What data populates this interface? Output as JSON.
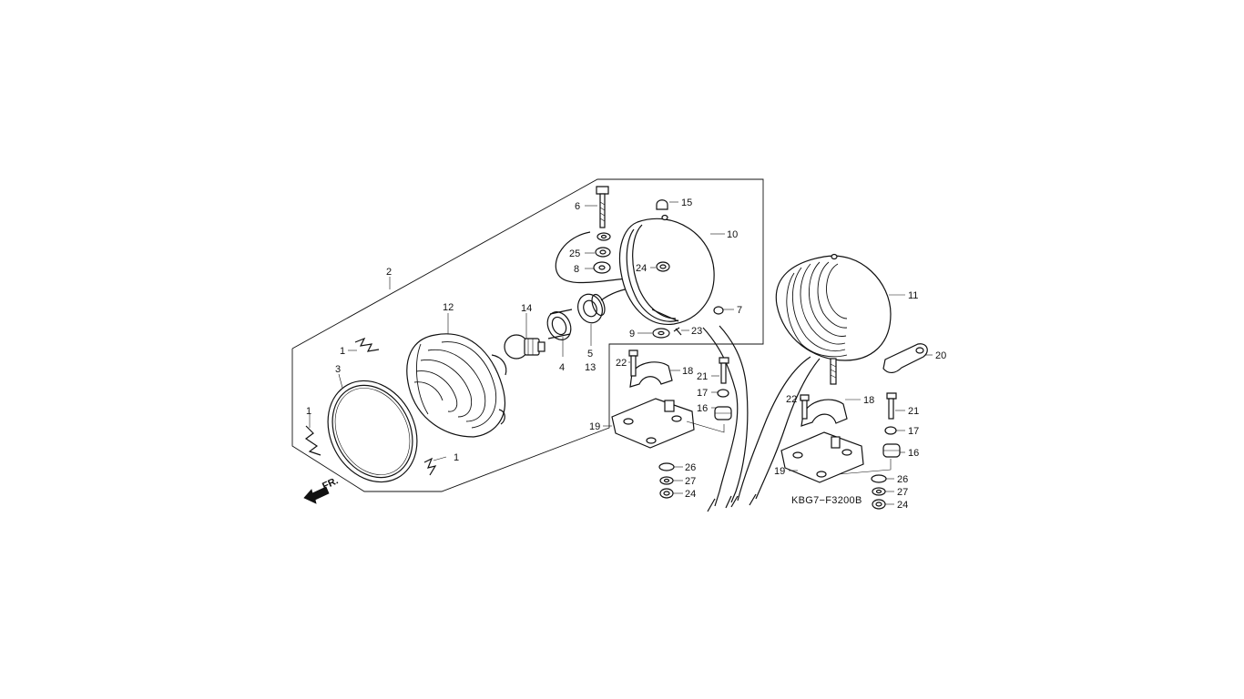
{
  "diagram": {
    "code": "KBG7−F3200B",
    "direction_label": "FR.",
    "callouts": [
      {
        "id": "c2",
        "text": "2"
      },
      {
        "id": "c1a",
        "text": "1"
      },
      {
        "id": "c1b",
        "text": "1"
      },
      {
        "id": "c1c",
        "text": "1"
      },
      {
        "id": "c3",
        "text": "3"
      },
      {
        "id": "c12",
        "text": "12"
      },
      {
        "id": "c14",
        "text": "14"
      },
      {
        "id": "c4",
        "text": "4"
      },
      {
        "id": "c5",
        "text": "5"
      },
      {
        "id": "c13",
        "text": "13"
      },
      {
        "id": "c6",
        "text": "6"
      },
      {
        "id": "c25",
        "text": "25"
      },
      {
        "id": "c8",
        "text": "8"
      },
      {
        "id": "c15",
        "text": "15"
      },
      {
        "id": "c10",
        "text": "10"
      },
      {
        "id": "c24a",
        "text": "24"
      },
      {
        "id": "c7",
        "text": "7"
      },
      {
        "id": "c9",
        "text": "9"
      },
      {
        "id": "c23",
        "text": "23"
      },
      {
        "id": "c22a",
        "text": "22"
      },
      {
        "id": "c18a",
        "text": "18"
      },
      {
        "id": "c21a",
        "text": "21"
      },
      {
        "id": "c17a",
        "text": "17"
      },
      {
        "id": "c16a",
        "text": "16"
      },
      {
        "id": "c19a",
        "text": "19"
      },
      {
        "id": "c26a",
        "text": "26"
      },
      {
        "id": "c27a",
        "text": "27"
      },
      {
        "id": "c24b",
        "text": "24"
      },
      {
        "id": "c11",
        "text": "11"
      },
      {
        "id": "c20",
        "text": "20"
      },
      {
        "id": "c22b",
        "text": "22"
      },
      {
        "id": "c18b",
        "text": "18"
      },
      {
        "id": "c21b",
        "text": "21"
      },
      {
        "id": "c17b",
        "text": "17"
      },
      {
        "id": "c16b",
        "text": "16"
      },
      {
        "id": "c19b",
        "text": "19"
      },
      {
        "id": "c26b",
        "text": "26"
      },
      {
        "id": "c27b",
        "text": "27"
      },
      {
        "id": "c24c",
        "text": "24"
      }
    ]
  }
}
